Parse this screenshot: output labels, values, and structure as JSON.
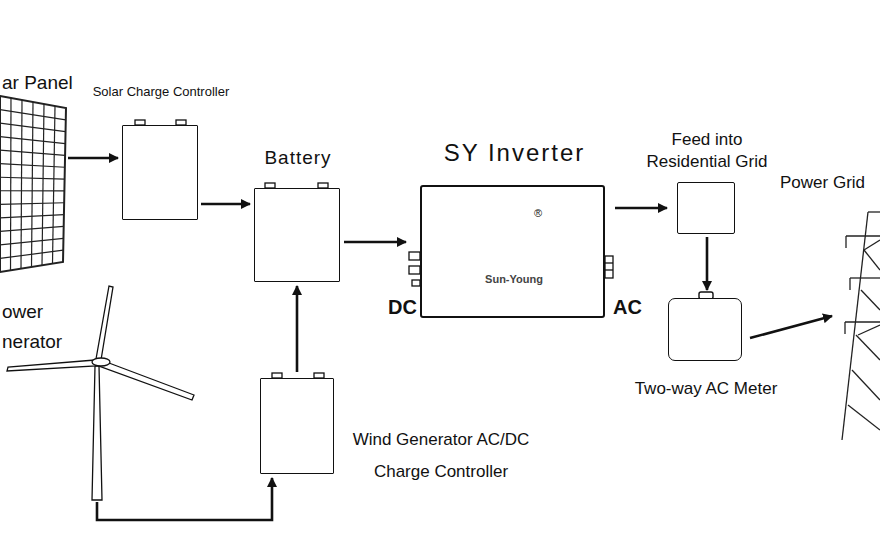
{
  "diagram": {
    "nodes": [
      {
        "text": [
          "ar Panel"
        ]
      },
      {
        "text": [
          "Solar Charge Controller"
        ]
      },
      {
        "text": [
          "Battery"
        ]
      },
      {
        "text": [
          "SY Inverter",
          "Sun-Young"
        ]
      },
      {
        "text": [
          "Feed into Residential Grid"
        ]
      },
      {
        "text": [
          "Two-way AC Meter"
        ]
      },
      {
        "text": [
          "Power Grid"
        ]
      },
      {
        "text": [
          "ower nerator"
        ]
      },
      {
        "text": [
          "Wind Generator AC/DC Charge Controller"
        ]
      }
    ],
    "edges": [
      {
        "from": 0,
        "to": 1,
        "arrow": "to"
      },
      {
        "from": 1,
        "to": 2,
        "arrow": "to"
      },
      {
        "from": 2,
        "to": 3,
        "arrow": "to"
      },
      {
        "from": 3,
        "to": 4,
        "arrow": "to"
      },
      {
        "from": 4,
        "to": 5,
        "arrow": "to"
      },
      {
        "from": 5,
        "to": 6,
        "arrow": "to"
      },
      {
        "from": 7,
        "to": 8,
        "arrow": "to"
      },
      {
        "from": 8,
        "to": 2,
        "arrow": "to"
      }
    ],
    "labels": [
      "DC",
      "AC",
      "®"
    ]
  }
}
